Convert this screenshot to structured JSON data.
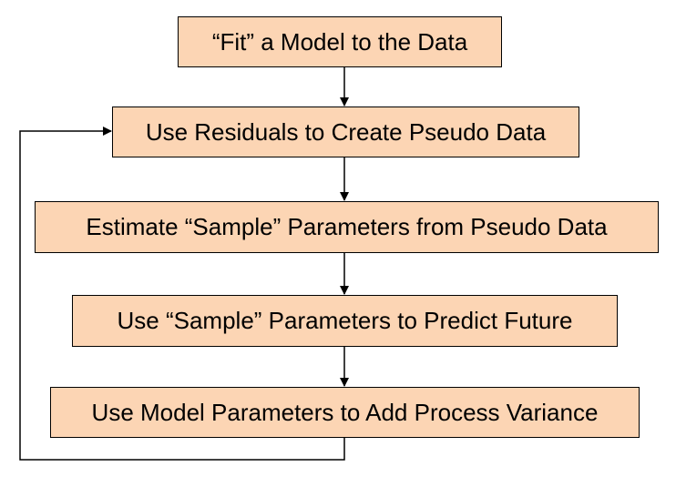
{
  "steps": [
    {
      "label": "“Fit” a Model to the Data"
    },
    {
      "label": "Use Residuals to Create Pseudo Data"
    },
    {
      "label": "Estimate “Sample” Parameters from Pseudo Data"
    },
    {
      "label": "Use “Sample” Parameters to Predict Future"
    },
    {
      "label": "Use Model Parameters to Add Process Variance"
    }
  ],
  "colors": {
    "box_fill": "#fcd5b4",
    "box_border": "#000000",
    "line": "#000000"
  }
}
